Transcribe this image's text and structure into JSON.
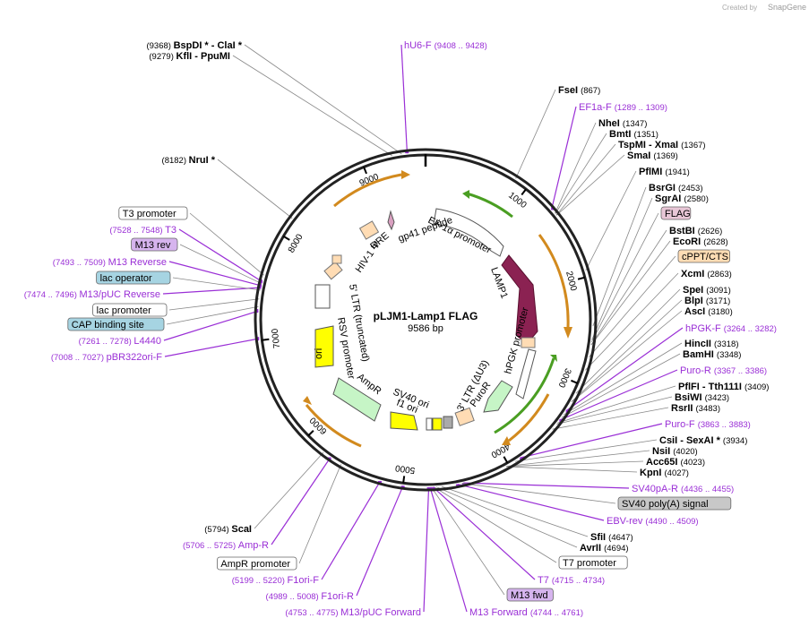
{
  "watermark": {
    "text": "Created by",
    "brand": "SnapGene"
  },
  "plasmid": {
    "name": "pLJM1-Lamp1 FLAG",
    "length": "9586 bp",
    "total_bp": 9586
  },
  "ticks": [
    {
      "bp": 1000,
      "label": "1000"
    },
    {
      "bp": 2000,
      "label": "2000"
    },
    {
      "bp": 3000,
      "label": "3000"
    },
    {
      "bp": 4000,
      "label": "4000"
    },
    {
      "bp": 5000,
      "label": "5000"
    },
    {
      "bp": 6000,
      "label": "6000"
    },
    {
      "bp": 7000,
      "label": "7000"
    },
    {
      "bp": 8000,
      "label": "8000"
    },
    {
      "bp": 9000,
      "label": "9000"
    }
  ],
  "features": [
    {
      "name": "LAMP1",
      "color": "#8b2252"
    },
    {
      "name": "EF-1α promoter",
      "color": "#ffffff"
    },
    {
      "name": "hPGK promoter",
      "color": "#ffffff"
    },
    {
      "name": "PuroR",
      "color": "#c6f5c6"
    },
    {
      "name": "3' LTR (ΔU3)",
      "color": "#ffdcb4"
    },
    {
      "name": "SV40 ori",
      "color": "#ffffff"
    },
    {
      "name": "f1 ori",
      "color": "#ffff00"
    },
    {
      "name": "AmpR",
      "color": "#c6f5c6"
    },
    {
      "name": "ori",
      "color": "#ffff00"
    },
    {
      "name": "RSV promoter",
      "color": "#ffffff"
    },
    {
      "name": "5' LTR (truncated)",
      "color": "#ffdcb4"
    },
    {
      "name": "HIV-1 Ψ",
      "color": "#ffdcb4"
    },
    {
      "name": "RRE",
      "color": "#ffdcb4"
    },
    {
      "name": "gp41 peptide",
      "color": "#d9a0c0"
    }
  ],
  "sites": [
    {
      "name": "BspDI *  -  ClaI *",
      "pos": "(9368)",
      "kind": "enzyme"
    },
    {
      "name": "KflI  -  PpuMI",
      "pos": "(9279)",
      "kind": "enzyme"
    },
    {
      "name": "hU6-F",
      "pos": "(9408 .. 9428)",
      "kind": "primer"
    },
    {
      "name": "FseI",
      "pos": "(867)",
      "kind": "enzyme"
    },
    {
      "name": "EF1a-F",
      "pos": "(1289 .. 1309)",
      "kind": "primer"
    },
    {
      "name": "NheI",
      "pos": "(1347)",
      "kind": "enzyme"
    },
    {
      "name": "BmtI",
      "pos": "(1351)",
      "kind": "enzyme"
    },
    {
      "name": "TspMI  -  XmaI",
      "pos": "(1367)",
      "kind": "enzyme"
    },
    {
      "name": "SmaI",
      "pos": "(1369)",
      "kind": "enzyme"
    },
    {
      "name": "PflMI",
      "pos": "(1941)",
      "kind": "enzyme"
    },
    {
      "name": "BsrGI",
      "pos": "(2453)",
      "kind": "enzyme"
    },
    {
      "name": "SgrAI",
      "pos": "(2580)",
      "kind": "enzyme"
    },
    {
      "name": "FLAG",
      "pos": "",
      "kind": "feature-box",
      "color": "#e8c6d6"
    },
    {
      "name": "BstBI",
      "pos": "(2626)",
      "kind": "enzyme"
    },
    {
      "name": "EcoRI",
      "pos": "(2628)",
      "kind": "enzyme"
    },
    {
      "name": "cPPT/CTS",
      "pos": "",
      "kind": "feature-box",
      "color": "#ffdcb4"
    },
    {
      "name": "XcmI",
      "pos": "(2863)",
      "kind": "enzyme"
    },
    {
      "name": "SpeI",
      "pos": "(3091)",
      "kind": "enzyme"
    },
    {
      "name": "BlpI",
      "pos": "(3171)",
      "kind": "enzyme"
    },
    {
      "name": "AscI",
      "pos": "(3180)",
      "kind": "enzyme"
    },
    {
      "name": "hPGK-F",
      "pos": "(3264 .. 3282)",
      "kind": "primer"
    },
    {
      "name": "HincII",
      "pos": "(3318)",
      "kind": "enzyme"
    },
    {
      "name": "BamHI",
      "pos": "(3348)",
      "kind": "enzyme"
    },
    {
      "name": "Puro-R",
      "pos": "(3367 .. 3386)",
      "kind": "primer"
    },
    {
      "name": "PflFI  -  Tth111I",
      "pos": "(3409)",
      "kind": "enzyme"
    },
    {
      "name": "BsiWI",
      "pos": "(3423)",
      "kind": "enzyme"
    },
    {
      "name": "RsrII",
      "pos": "(3483)",
      "kind": "enzyme"
    },
    {
      "name": "Puro-F",
      "pos": "(3863 .. 3883)",
      "kind": "primer"
    },
    {
      "name": "CsiI  -  SexAI *",
      "pos": "(3934)",
      "kind": "enzyme"
    },
    {
      "name": "NsiI",
      "pos": "(4020)",
      "kind": "enzyme"
    },
    {
      "name": "Acc65I",
      "pos": "(4023)",
      "kind": "enzyme"
    },
    {
      "name": "KpnI",
      "pos": "(4027)",
      "kind": "enzyme"
    },
    {
      "name": "SV40pA-R",
      "pos": "(4436 .. 4455)",
      "kind": "primer"
    },
    {
      "name": "SV40 poly(A) signal",
      "pos": "",
      "kind": "feature-box",
      "color": "#c8c8c8"
    },
    {
      "name": "EBV-rev",
      "pos": "(4490 .. 4509)",
      "kind": "primer"
    },
    {
      "name": "SfiI",
      "pos": "(4647)",
      "kind": "enzyme"
    },
    {
      "name": "AvrII",
      "pos": "(4694)",
      "kind": "enzyme"
    },
    {
      "name": "T7 promoter",
      "pos": "",
      "kind": "feature-box",
      "color": "#ffffff"
    },
    {
      "name": "T7",
      "pos": "(4715 .. 4734)",
      "kind": "primer"
    },
    {
      "name": "M13 fwd",
      "pos": "",
      "kind": "feature-box",
      "color": "#d6b4ee"
    },
    {
      "name": "M13 Forward",
      "pos": "(4744 .. 4761)",
      "kind": "primer"
    },
    {
      "name": "M13/pUC Forward",
      "pos": "(4753 .. 4775)",
      "kind": "primer"
    },
    {
      "name": "F1ori-R",
      "pos": "(4989 .. 5008)",
      "kind": "primer"
    },
    {
      "name": "F1ori-F",
      "pos": "(5199 .. 5220)",
      "kind": "primer"
    },
    {
      "name": "AmpR promoter",
      "pos": "",
      "kind": "feature-box",
      "color": "#ffffff"
    },
    {
      "name": "Amp-R",
      "pos": "(5706 .. 5725)",
      "kind": "primer"
    },
    {
      "name": "ScaI",
      "pos": "(5794)",
      "kind": "enzyme"
    },
    {
      "name": "pBR322ori-F",
      "pos": "(7008 .. 7027)",
      "kind": "primer"
    },
    {
      "name": "L4440",
      "pos": "(7261 .. 7278)",
      "kind": "primer"
    },
    {
      "name": "CAP binding site",
      "pos": "",
      "kind": "feature-box",
      "color": "#a6d4e2"
    },
    {
      "name": "lac promoter",
      "pos": "",
      "kind": "feature-box",
      "color": "#ffffff"
    },
    {
      "name": "M13/pUC Reverse",
      "pos": "(7474 .. 7496)",
      "kind": "primer"
    },
    {
      "name": "lac operator",
      "pos": "",
      "kind": "feature-box",
      "color": "#a6d4e2"
    },
    {
      "name": "M13 Reverse",
      "pos": "(7493 .. 7509)",
      "kind": "primer"
    },
    {
      "name": "M13 rev",
      "pos": "",
      "kind": "feature-box",
      "color": "#d6b4ee"
    },
    {
      "name": "T3",
      "pos": "(7528 .. 7548)",
      "kind": "primer"
    },
    {
      "name": "T3 promoter",
      "pos": "",
      "kind": "feature-box",
      "color": "#ffffff"
    },
    {
      "name": "NruI *",
      "pos": "(8182)",
      "kind": "enzyme"
    }
  ],
  "colors": {
    "primer": "#9a2fd6",
    "enzyme": "#000000",
    "backbone": "#222222",
    "orf_arc": "#e8a23c",
    "green_arc": "#58b02a"
  }
}
